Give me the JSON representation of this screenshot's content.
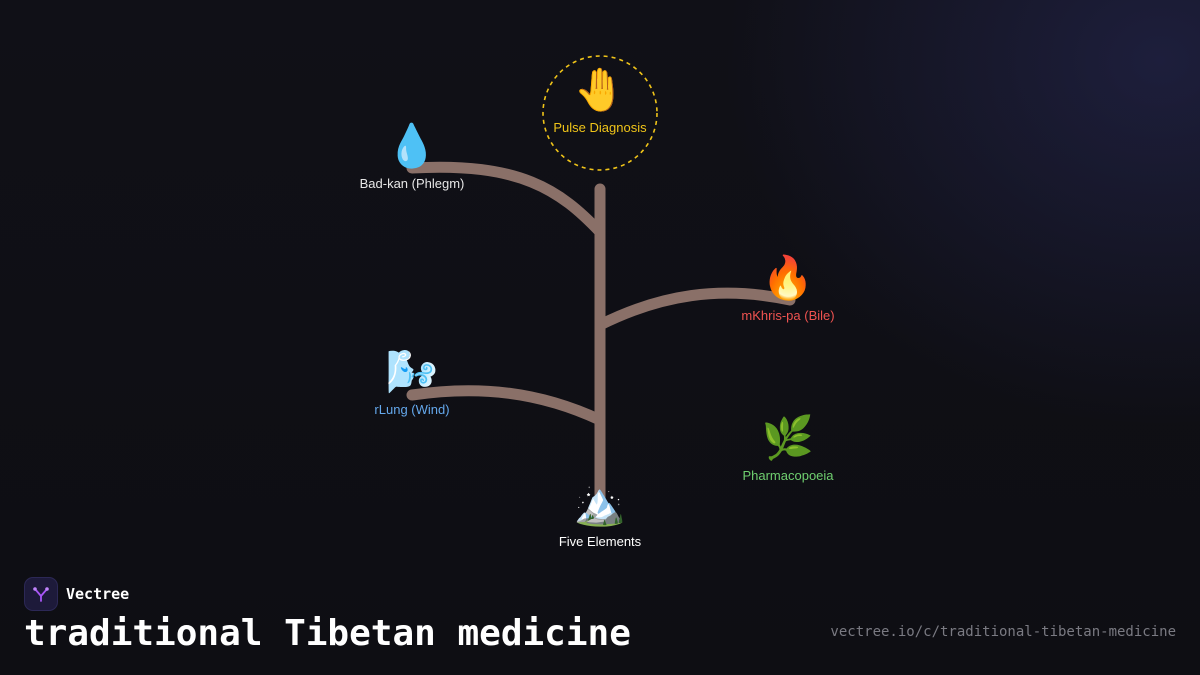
{
  "brand": {
    "name": "Vectree",
    "logo_icon": "tree-fork-icon",
    "logo_color": "#a855f7"
  },
  "title": "traditional Tibetan medicine",
  "url": "vectree.io/c/traditional-tibetan-medicine",
  "colors": {
    "trunk": "#8a7068",
    "highlight_ring": "#f0c419"
  },
  "nodes": {
    "pulse": {
      "emoji": "🤚",
      "icon": "raised-hand-icon",
      "label": "Pulse Diagnosis",
      "color": "#f0c419",
      "highlighted": true
    },
    "badkan": {
      "emoji": "💧",
      "icon": "droplet-icon",
      "label": "Bad-kan (Phlegm)",
      "color": "#e6e6e6"
    },
    "mkhris": {
      "emoji": "🔥",
      "icon": "fire-icon",
      "label": "mKhris-pa (Bile)",
      "color": "#ef5350"
    },
    "rlung": {
      "emoji": "🌬️",
      "icon": "wind-face-icon",
      "label": "rLung (Wind)",
      "color": "#64a8ec"
    },
    "pharma": {
      "emoji": "🌿",
      "icon": "herb-icon",
      "label": "Pharmacopoeia",
      "color": "#6fcf6f"
    },
    "elements": {
      "emoji": "🏔️",
      "icon": "mountain-icon",
      "label": "Five Elements",
      "color": "#ffffff"
    }
  }
}
